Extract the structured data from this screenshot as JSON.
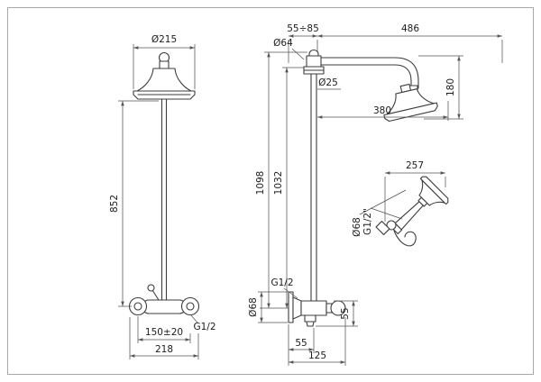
{
  "front_view": {
    "head_diameter": "Ø215",
    "column_height": "852",
    "connection_thread": "G1/2",
    "connection_spacing": "150±20",
    "overall_width": "218"
  },
  "side_view": {
    "wall_distance": "55÷85",
    "arm_reach": "486",
    "top_flange_diameter": "Ø64",
    "pipe_diameter": "Ø25",
    "head_drop": "180",
    "head_offset": "380",
    "overall_height": "1098",
    "column_height": "1032",
    "outlet_thread": "G1/2",
    "wall_flange_diameter": "Ø68",
    "outlet_drop": "55",
    "wall_to_pipe_axis": "55",
    "wall_to_front": "125"
  },
  "handshower": {
    "length": "257",
    "head_diameter": "Ø68",
    "hose_thread": "G1/2\""
  }
}
